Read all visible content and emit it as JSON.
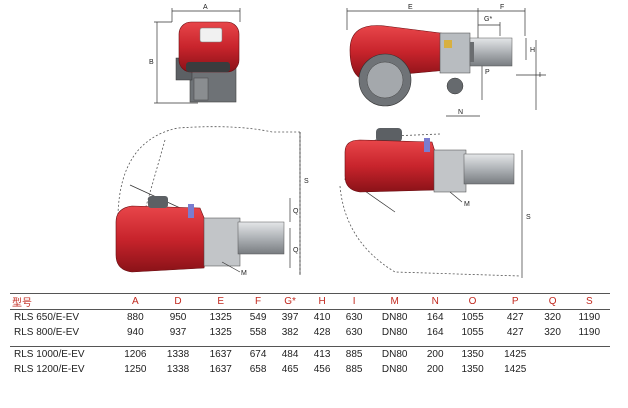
{
  "dimension_letters": {
    "top_left": [
      "A",
      "B"
    ],
    "top_right": [
      "E",
      "F",
      "G*",
      "H",
      "I",
      "N",
      "P"
    ],
    "bottom_left": [
      "S",
      "Q",
      "Q",
      "M"
    ],
    "bottom_right": [
      "S",
      "M"
    ]
  },
  "table": {
    "header_model": "型号",
    "columns": [
      "A",
      "D",
      "E",
      "F",
      "G*",
      "H",
      "I",
      "M",
      "N",
      "O",
      "P",
      "Q",
      "S"
    ],
    "group1": [
      {
        "model": "RLS 650/E-EV",
        "values": [
          "880",
          "950",
          "1325",
          "549",
          "397",
          "410",
          "630",
          "DN80",
          "164",
          "1055",
          "427",
          "320",
          "1190"
        ]
      },
      {
        "model": "RLS 800/E-EV",
        "values": [
          "940",
          "937",
          "1325",
          "558",
          "382",
          "428",
          "630",
          "DN80",
          "164",
          "1055",
          "427",
          "320",
          "1190"
        ]
      }
    ],
    "group2": [
      {
        "model": "RLS 1000/E-EV",
        "values": [
          "1206",
          "1338",
          "1637",
          "674",
          "484",
          "413",
          "885",
          "DN80",
          "200",
          "1350",
          "1425"
        ]
      },
      {
        "model": "RLS 1200/E-EV",
        "values": [
          "1250",
          "1338",
          "1637",
          "658",
          "465",
          "456",
          "885",
          "DN80",
          "200",
          "1350",
          "1425"
        ]
      }
    ]
  },
  "colors": {
    "burner_red": "#c8242c",
    "header_red": "#c0281e"
  }
}
